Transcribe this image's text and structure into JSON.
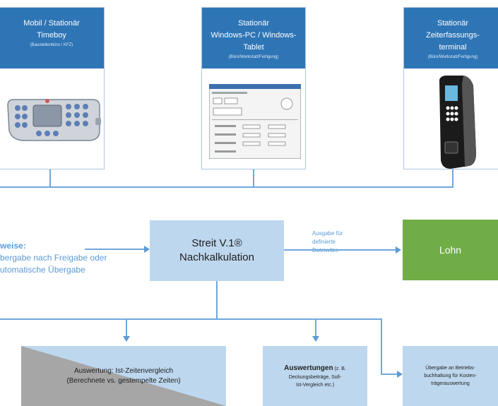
{
  "devices": [
    {
      "title": "Mobil / Stationär",
      "subtitle": "Timeboy",
      "note": "(Baustellenbüro / KFZ)",
      "icon": "handheld-terminal-icon"
    },
    {
      "title": "Stationär",
      "subtitle": "Windows-PC / Windows-Tablet",
      "note": "(Büro/Werkstatt/Fertigung)",
      "icon": "windows-app-screenshot-icon"
    },
    {
      "title": "Stationär",
      "subtitle": "Zeiterfassungs-terminal",
      "note": "(Büro/Werkstatt/Fertigung)",
      "icon": "time-clock-terminal-icon"
    }
  ],
  "left_note": {
    "heading": "weise:",
    "line1": "bergabe nach Freigabe oder",
    "line2": "utomatische Übergabe"
  },
  "center": {
    "line1": "Streit V.1®",
    "line2": "Nachkalkulation"
  },
  "export_note": {
    "line1": "Ausgabe für",
    "line2": "definierte",
    "line3": "Dateiwitze"
  },
  "lohn": {
    "label": "Lohn"
  },
  "bottom": {
    "eval1": {
      "line1": "Auswertung: Ist-Zeitenvergleich",
      "line2": "(Berechnete vs. gestempelte Zeiten)"
    },
    "eval2": {
      "bold": "Auswertungen",
      "rest1": " (z. B.",
      "line2": "Deckungsbeiträge, Soll-",
      "line3": "Ist-Vergleich etc.)"
    },
    "eval3": {
      "line1": "Übergabe an Betriebs-",
      "line2": "buchhaltung für Kosten-",
      "line3": "trägerauswertung"
    }
  },
  "colors": {
    "header_blue": "#2e75b6",
    "light_blue": "#bdd7ee",
    "connector": "#5b9bd5",
    "green": "#70ad47",
    "gray": "#a6a6a6"
  }
}
